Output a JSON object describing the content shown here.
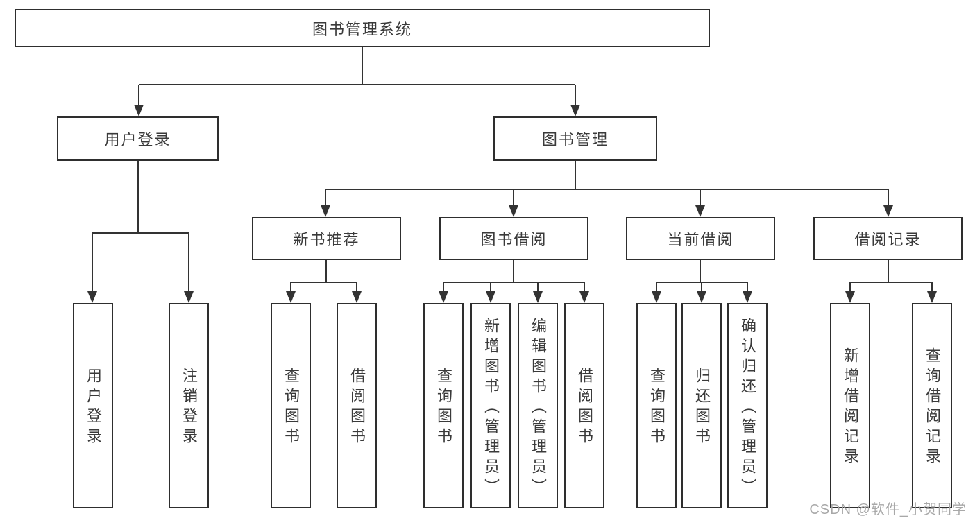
{
  "diagram": {
    "title_node": {
      "label": "图书管理系统"
    },
    "nodes": {
      "user_login": {
        "label": "用户登录"
      },
      "book_management": {
        "label": "图书管理"
      },
      "new_book_recommend": {
        "label": "新书推荐"
      },
      "book_borrowing": {
        "label": "图书借阅"
      },
      "current_borrowing": {
        "label": "当前借阅"
      },
      "borrowing_records": {
        "label": "借阅记录"
      },
      "leaf_user_login": {
        "label": "用户登录"
      },
      "leaf_logout": {
        "label": "注销登录"
      },
      "leaf_query_books_recommend": {
        "label": "查询图书"
      },
      "leaf_borrow_books_recommend": {
        "label": "借阅图书"
      },
      "leaf_query_books_borrowing": {
        "label": "查询图书"
      },
      "leaf_add_books_admin": {
        "label": "新增图书（管理员）"
      },
      "leaf_edit_books_admin": {
        "label": "编辑图书（管理员）"
      },
      "leaf_borrow_books_borrowing": {
        "label": "借阅图书"
      },
      "leaf_query_books_current": {
        "label": "查询图书"
      },
      "leaf_return_books": {
        "label": "归还图书"
      },
      "leaf_confirm_return_admin": {
        "label": "确认归还（管理员）"
      },
      "leaf_add_borrow_record": {
        "label": "新增借阅记录"
      },
      "leaf_query_borrow_record": {
        "label": "查询借阅记录"
      }
    },
    "colors": {
      "line": "#333333",
      "border": "#2e2e2e",
      "text": "#3a3a3a",
      "background": "#ffffff"
    }
  },
  "watermark": {
    "text": "CSDN @软件_小贺同学",
    "color": "#a8a8a8"
  }
}
